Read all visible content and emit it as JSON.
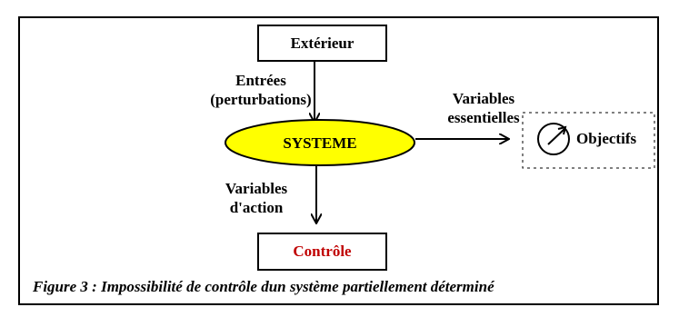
{
  "diagram": {
    "nodes": {
      "exterieur": "Extérieur",
      "systeme": "SYSTEME",
      "controle": "Contrôle",
      "objectifs": "Objectifs"
    },
    "edges": {
      "entrees_line1": "Entrées",
      "entrees_line2": "(perturbations)",
      "variables_essentielles_line1": "Variables",
      "variables_essentielles_line2": "essentielles",
      "variables_action_line1": "Variables",
      "variables_action_line2": "d'action"
    },
    "caption": "Figure 3 : Impossibilité de contrôle dun système partiellement déterminé",
    "colors": {
      "systeme_fill": "#ffff00",
      "controle_text": "#c00000",
      "border": "#000000"
    }
  }
}
